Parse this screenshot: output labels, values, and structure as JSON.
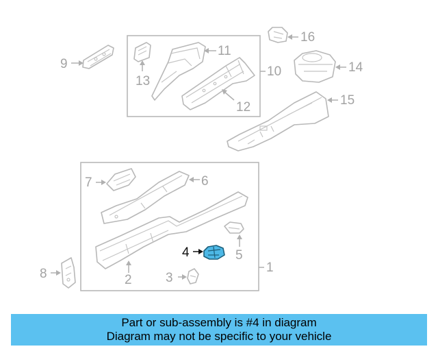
{
  "diagram": {
    "highlighted_part": "4",
    "callouts": {
      "c1": "1",
      "c2": "2",
      "c3": "3",
      "c4": "4",
      "c5": "5",
      "c6": "6",
      "c7": "7",
      "c8": "8",
      "c9": "9",
      "c10": "10",
      "c11": "11",
      "c12": "12",
      "c13": "13",
      "c14": "14",
      "c15": "15",
      "c16": "16"
    },
    "colors": {
      "highlight_fill": "#4db8e6",
      "line_gray": "#b8b8b8",
      "banner": "#5bc1f0"
    }
  },
  "banner": {
    "line1": "Part or sub-assembly is #4 in diagram",
    "line2": "Diagram may not be specific to your vehicle"
  }
}
